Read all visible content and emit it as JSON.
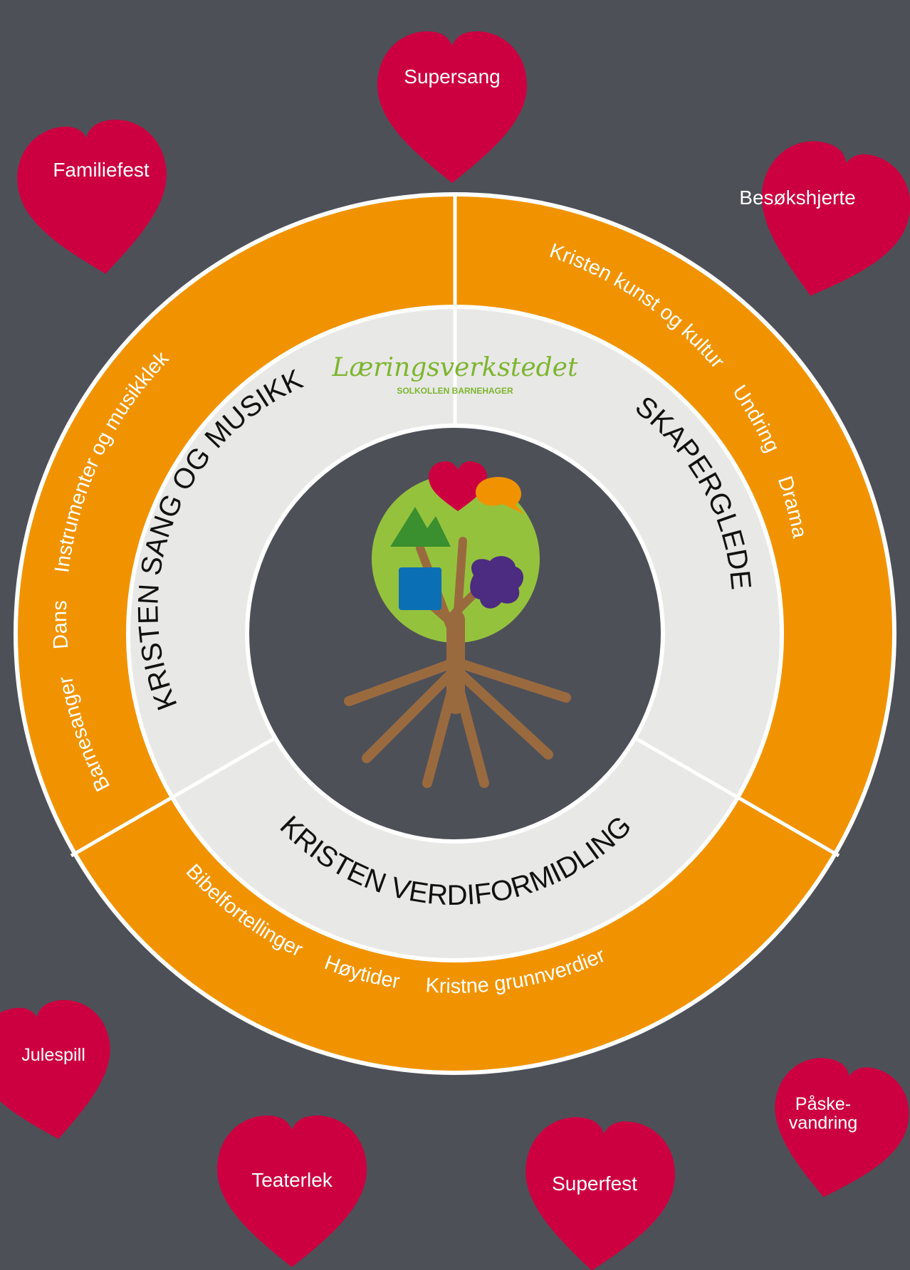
{
  "colors": {
    "background": "#4e5058",
    "outer_ring": "#f19300",
    "inner_ring": "#e8e8e6",
    "heart": "#cc0040",
    "divider": "#ffffff",
    "tree_crown": "#95c23d",
    "trunk": "#9a6a3f",
    "logo_green": "#7db52e"
  },
  "logo": {
    "name": "Læringsverkstedet",
    "subtitle": "SOLKOLLEN BARNEHAGER"
  },
  "segments": [
    {
      "title": "KRISTEN SANG OG MUSIKK",
      "items": [
        "Instrumenter og musikklek",
        "Dans",
        "Barnesanger"
      ]
    },
    {
      "title": "SKAPERGLEDE",
      "items": [
        "Kristen kunst og kultur",
        "Undring",
        "Drama"
      ]
    },
    {
      "title": "KRISTEN VERDIFORMIDLING",
      "items": [
        "Bibelfortellinger",
        "Høytider",
        "Kristne grunnverdier"
      ]
    }
  ],
  "hearts": [
    {
      "label": "Supersang"
    },
    {
      "label": "Familiefest"
    },
    {
      "label": "Besøkshjerte"
    },
    {
      "label": "Julespill"
    },
    {
      "label": "Påske-\nvandring"
    },
    {
      "label": "Teaterlek"
    },
    {
      "label": "Superfest"
    }
  ],
  "center_icons": [
    "heart-icon",
    "triangle-icon",
    "speech-bubble-icon",
    "square-icon",
    "splat-icon",
    "tree-icon"
  ]
}
